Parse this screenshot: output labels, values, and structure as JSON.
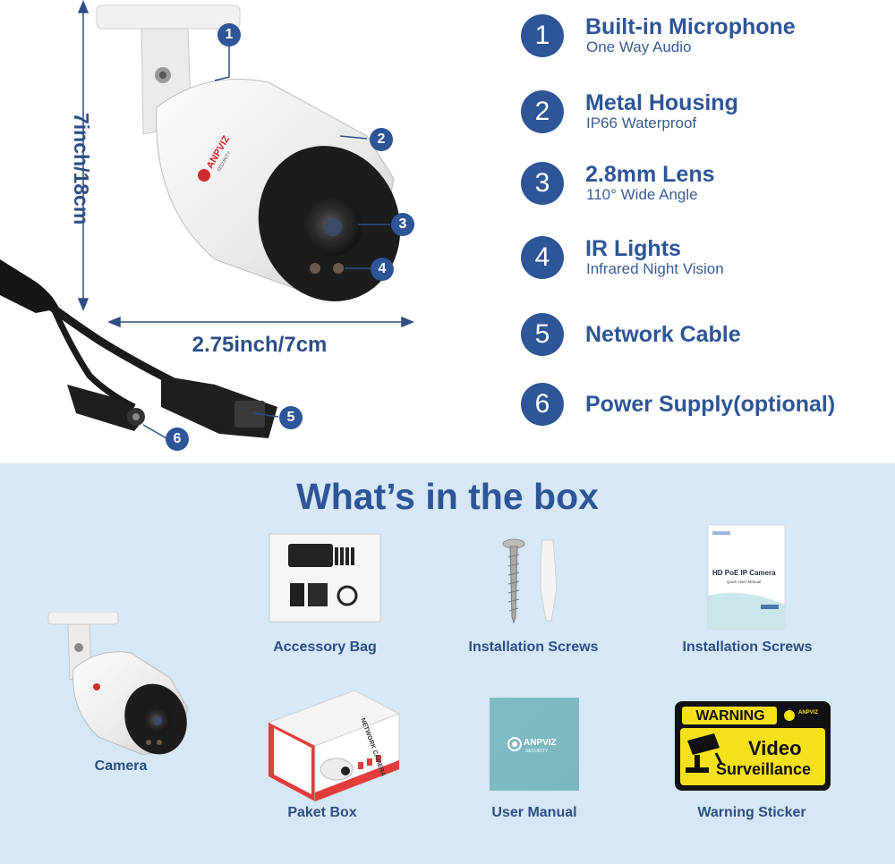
{
  "dimensions": {
    "height_label": "7inch/18cm",
    "width_label": "2.75inch/7cm"
  },
  "callouts": [
    "1",
    "2",
    "3",
    "4",
    "5",
    "6"
  ],
  "brand": {
    "name": "ANPVIZ",
    "tagline": "SECURITY"
  },
  "features": [
    {
      "number": "1",
      "title": "Built-in Microphone",
      "subtitle": "One Way Audio"
    },
    {
      "number": "2",
      "title": "Metal Housing",
      "subtitle": "IP66 Waterproof"
    },
    {
      "number": "3",
      "title": "2.8mm Lens",
      "subtitle": "110° Wide Angle"
    },
    {
      "number": "4",
      "title": "IR Lights",
      "subtitle": "Infrared Night Vision"
    },
    {
      "number": "5",
      "title": "Network Cable",
      "subtitle": ""
    },
    {
      "number": "6",
      "title": "Power Supply(optional)",
      "subtitle": ""
    }
  ],
  "box": {
    "title": "What’s in the box",
    "items": [
      {
        "label": "Accessory Bag"
      },
      {
        "label": "Installation Screws"
      },
      {
        "label": "Installation Screws"
      },
      {
        "label": "Camera"
      },
      {
        "label": "Paket Box"
      },
      {
        "label": "User Manual"
      },
      {
        "label": "Warning Sticker"
      }
    ],
    "manual_card": {
      "title": "HD PoE IP Camera",
      "subtitle": "Quick User Manual"
    },
    "packet_box_text": "NETWORK CAMERA",
    "sticker": {
      "warning": "WARNING",
      "line1": "Video",
      "line2": "Surveillance"
    }
  },
  "colors": {
    "accent": "#2d5597",
    "text": "#2d4f86",
    "box_background": "#d6e7f6",
    "sticker_yellow": "#f5e11a"
  }
}
